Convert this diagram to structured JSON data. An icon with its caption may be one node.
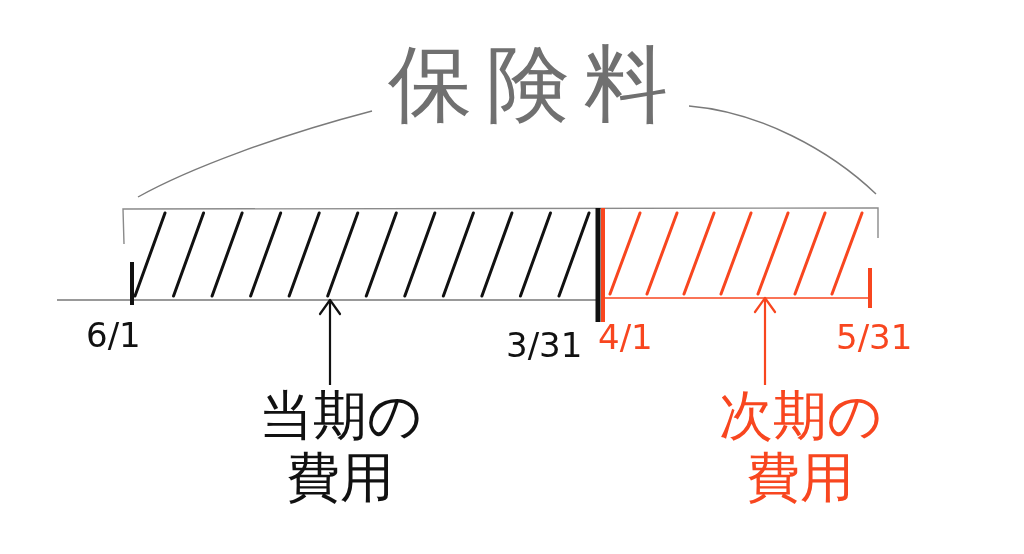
{
  "diagram": {
    "title": "保険料",
    "nodes": [
      {
        "text": [],
        "shape": "bar"
      },
      {
        "text": [],
        "shape": "bar"
      },
      {
        "text": [
          "当期の費用"
        ]
      },
      {
        "text": [
          "次期の費用"
        ]
      }
    ],
    "edges": [
      {
        "from": 2,
        "to": 0,
        "arrow": "to"
      },
      {
        "from": 3,
        "to": 1,
        "arrow": "to",
        "color": "#f8461f"
      }
    ],
    "labels": [
      "6/1",
      "3/31",
      "4/1",
      "5/31"
    ]
  }
}
